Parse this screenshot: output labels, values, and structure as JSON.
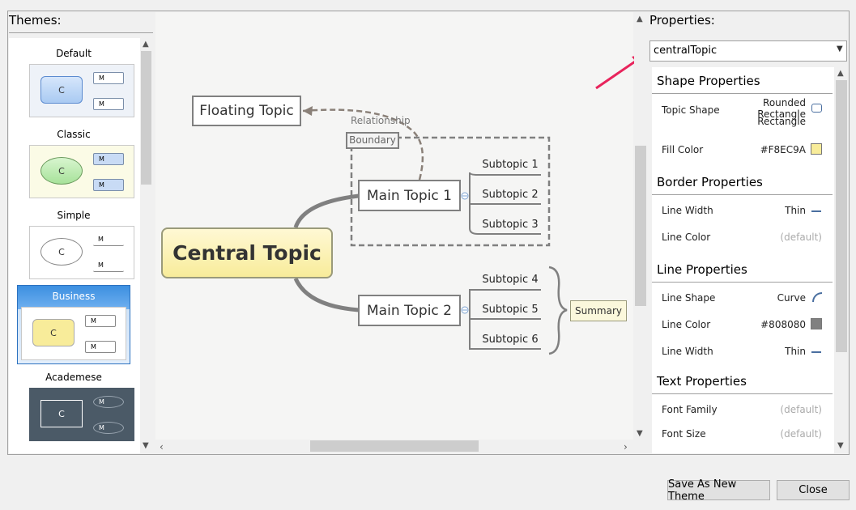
{
  "themes": {
    "title": "Themes:",
    "items": [
      {
        "label": "Default",
        "central": "C",
        "sub": "M"
      },
      {
        "label": "Classic",
        "central": "C",
        "sub": "M"
      },
      {
        "label": "Simple",
        "central": "C",
        "sub": "M"
      },
      {
        "label": "Business",
        "central": "C",
        "sub": "M"
      },
      {
        "label": "Academese",
        "central": "C",
        "sub": "M"
      }
    ],
    "selected": "Business"
  },
  "canvas": {
    "central": "Central Topic",
    "floating": "Floating Topic",
    "relationship": "Relationship",
    "boundary": "Boundary",
    "main1": "Main Topic 1",
    "main2": "Main Topic 2",
    "subtopics": [
      "Subtopic 1",
      "Subtopic 2",
      "Subtopic 3",
      "Subtopic 4",
      "Subtopic 5",
      "Subtopic 6"
    ],
    "summary": "Summary"
  },
  "properties": {
    "title": "Properties:",
    "selected": "centralTopic",
    "shape": {
      "header": "Shape Properties",
      "topic_shape_label": "Topic Shape",
      "topic_shape_value_1": "Rounded",
      "topic_shape_value_2": "Rectangle",
      "topic_shape_value_3": "Rectangle",
      "fill_label": "Fill Color",
      "fill_value": "#F8EC9A"
    },
    "border": {
      "header": "Border Properties",
      "width_label": "Line Width",
      "width_value": "Thin",
      "color_label": "Line Color",
      "color_value": "(default)"
    },
    "line": {
      "header": "Line Properties",
      "shape_label": "Line Shape",
      "shape_value": "Curve",
      "color_label": "Line Color",
      "color_value": "#808080",
      "width_label": "Line Width",
      "width_value": "Thin"
    },
    "text": {
      "header": "Text Properties",
      "family_label": "Font Family",
      "family_value": "(default)",
      "size_label": "Font Size",
      "size_value": "(default)"
    }
  },
  "buttons": {
    "save": "Save As New Theme",
    "close": "Close"
  },
  "colors": {
    "fill": "#F8EC9A",
    "line": "#808080",
    "arrow": "#e8245c"
  }
}
